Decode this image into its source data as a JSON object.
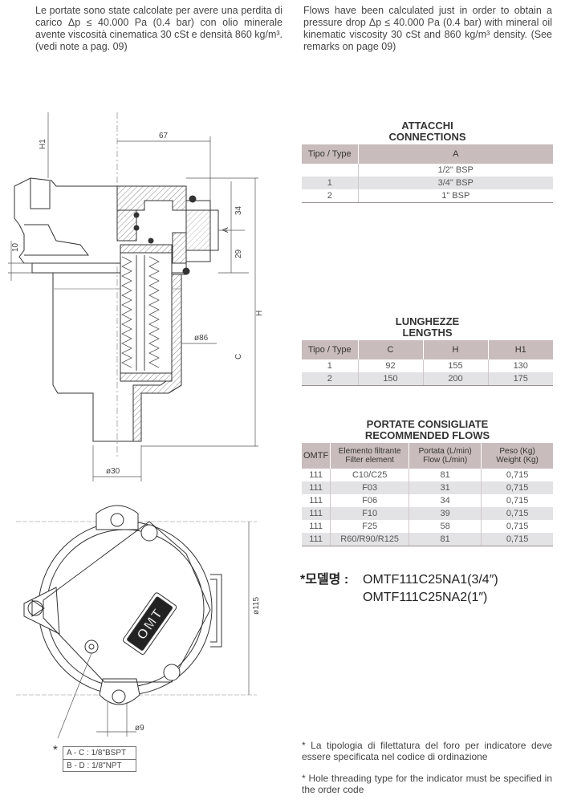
{
  "intro": {
    "it": "Le portate sono state calcolate per avere una perdita di carico Δp ≤ 40.000 Pa (0.4 bar) con olio minerale avente viscosità cinematica 30 cSt e densità 860 kg/m³. (vedi note a pag. 09)",
    "en": "Flows have been calculated just in order to obtain a pressure drop Δp ≤ 40.000 Pa (0.4 bar) with mineral oil kinematic viscosity 30 cSt and 860 kg/m³ density. (See remarks on page 09)"
  },
  "connections": {
    "title_it": "ATTACCHI",
    "title_en": "CONNECTIONS",
    "headers": [
      "Tipo / Type",
      "A"
    ],
    "rows": [
      [
        "",
        "1/2\" BSP"
      ],
      [
        "1",
        "3/4\" BSP"
      ],
      [
        "2",
        "1\" BSP"
      ]
    ]
  },
  "lengths": {
    "title_it": "LUNGHEZZE",
    "title_en": "LENGTHS",
    "headers": [
      "Tipo / Type",
      "C",
      "H",
      "H1"
    ],
    "rows": [
      [
        "1",
        "92",
        "155",
        "130"
      ],
      [
        "2",
        "150",
        "200",
        "175"
      ]
    ]
  },
  "flows": {
    "title_it": "PORTATE CONSIGLIATE",
    "title_en": "RECOMMENDED FLOWS",
    "headers": [
      "OMTF",
      "Elemento filtrante\nFilter element",
      "Portata (L/min)\nFlow (L/min)",
      "Peso (Kg)\nWeight (Kg)"
    ],
    "rows": [
      [
        "111",
        "C10/C25",
        "81",
        "0,715"
      ],
      [
        "111",
        "F03",
        "31",
        "0,715"
      ],
      [
        "111",
        "F06",
        "34",
        "0,715"
      ],
      [
        "111",
        "F10",
        "39",
        "0,715"
      ],
      [
        "111",
        "F25",
        "58",
        "0,715"
      ],
      [
        "111",
        "R60/R90/R125",
        "81",
        "0,715"
      ]
    ]
  },
  "model": {
    "label": "*모델명 :",
    "line1": "OMTF111C25NA1(3/4″)",
    "line2": "OMTF111C25NA2(1″)"
  },
  "notes": {
    "it": "* La tipologia di filettatura del foro per indicatore deve essere specificata nel codice di ordinazione",
    "en": "* Hole threading type for the indicator must be specified in the order code"
  },
  "indicator_codes": {
    "star": "*",
    "row1": "A - C : 1/8\"BSPT",
    "row2": "B - D : 1/8\"NPT"
  },
  "dimensions": {
    "h1": "H1",
    "d67": "67",
    "d34": "34",
    "a": "A",
    "d29": "29",
    "d10": "10",
    "h": "H",
    "c": "C",
    "d86": "ø86",
    "d30": "ø30",
    "d115": "ø115",
    "d9": "ø9",
    "logo": "OMT"
  }
}
